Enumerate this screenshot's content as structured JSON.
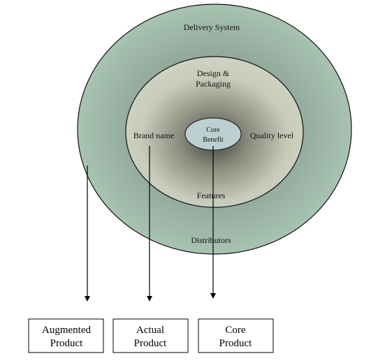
{
  "diagram": {
    "outer_ring": {
      "top_label": "Delivery System",
      "bottom_label": "Distributors",
      "color": "#a9c4b3"
    },
    "middle_ring": {
      "top_label_line1": "Design &",
      "top_label_line2": "Packaging",
      "left_label": "Brand name",
      "right_label": "Quality level",
      "bottom_label": "Features",
      "color": "#c2c9b8"
    },
    "core": {
      "label_line1": "Core",
      "label_line2": "Benefit",
      "color": "#bccfd1"
    },
    "boxes": [
      {
        "line1": "Augmented",
        "line2": "Product"
      },
      {
        "line1": "Actual",
        "line2": "Product"
      },
      {
        "line1": "Core",
        "line2": "Product"
      }
    ]
  }
}
